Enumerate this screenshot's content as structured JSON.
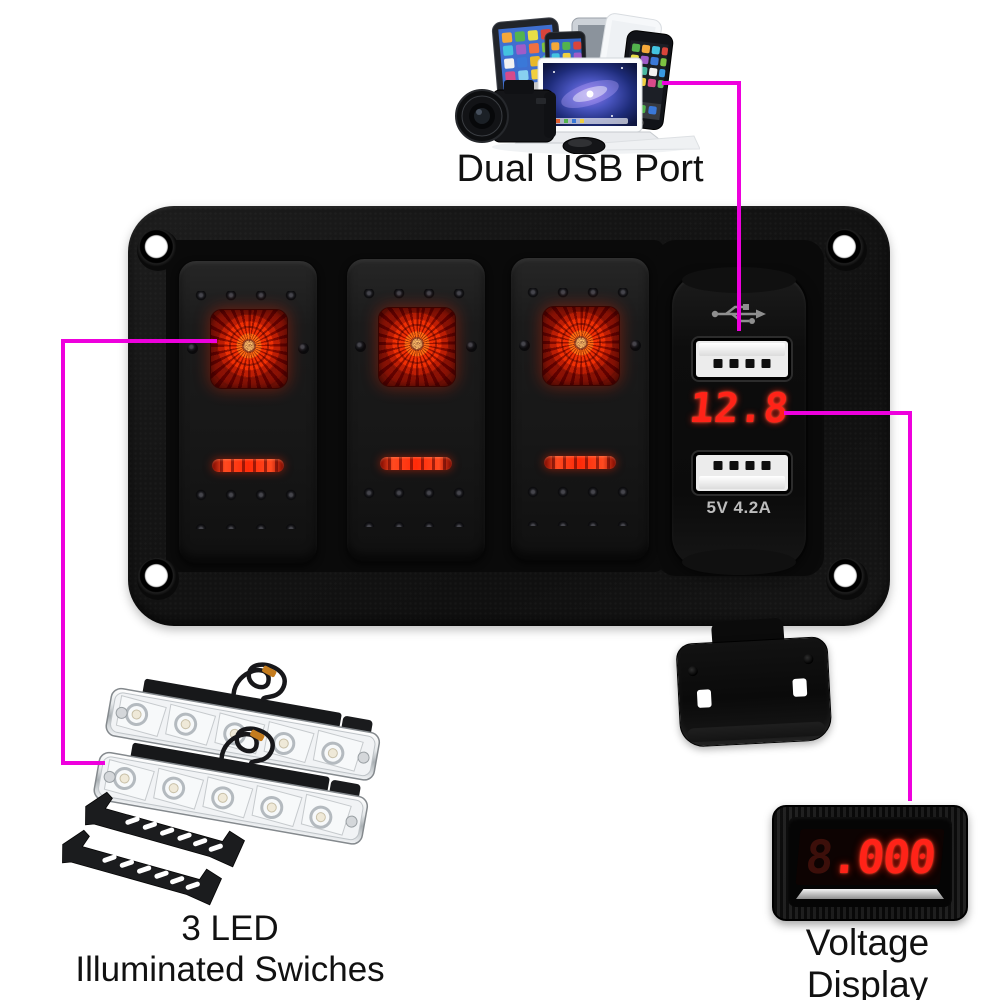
{
  "labels": {
    "dual_usb_port": "Dual USB Port",
    "led_switches_line1": "3 LED",
    "led_switches_line2": "Illuminated Swiches",
    "voltage_display": "Voltage Display"
  },
  "usb_charger": {
    "icon": "usb-trident-icon",
    "voltmeter_value": "12.8",
    "rating_label": "5V 4.2A"
  },
  "voltage_module": {
    "ghost_digit": "8",
    "value": ".000"
  },
  "panel": {
    "rocker_switch_count": 3,
    "switch_backlight_color": "red",
    "screw_hole_count": 4
  },
  "led_light_bars": {
    "bar_count": 2,
    "leds_per_bar": 5,
    "bracket_count": 2
  },
  "collage_devices": [
    "tablet",
    "smartphone",
    "laptop",
    "dslr-camera",
    "mouse"
  ],
  "colors": {
    "leader_line": "#ee00dd",
    "display_red": "#ff2318",
    "switch_glow_red": "#ff3a00",
    "panel_black": "#141414",
    "background": "#ffffff"
  }
}
